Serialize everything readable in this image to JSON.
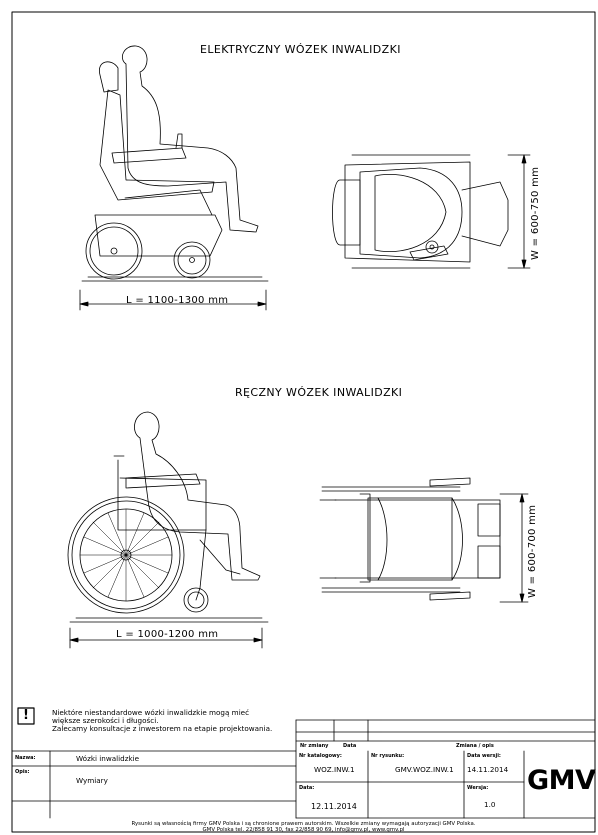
{
  "drawing": {
    "electric_title": "ELEKTRYCZNY WÓZEK INWALIDZKI",
    "electric_length": "L = 1100-1300 mm",
    "electric_width": "W = 600-750 mm",
    "manual_title": "RĘCZNY WÓZEK INWALIDZKI",
    "manual_length": "L = 1000-1200 mm",
    "manual_width": "W = 600-700 mm"
  },
  "note": {
    "icon": "exclamation-icon",
    "line1": "Niektóre niestandardowe wózki inwalidzkie mogą mieć",
    "line2": "większe szerokości i długości.",
    "line3": "Zalecamy konsultacje z inwestorem na etapie projektowania."
  },
  "title_block": {
    "col_change_no": "Nr zmiany",
    "col_date": "Data",
    "col_change_desc": "Zmiana / opis",
    "name_label": "Nazwa:",
    "name_value": "Wózki inwalidzkie",
    "desc_label": "Opis:",
    "desc_value": "Wymiary",
    "catalog_label": "Nr katalogowy:",
    "catalog_value": "WOZ.INW.1",
    "drawing_label": "Nr rysunku:",
    "drawing_value": "GMV.WOZ.INW.1",
    "version_date_label": "Data wersji:",
    "version_date_value": "14.11.2014",
    "date_label": "Data:",
    "date_value": "12.11.2014",
    "version_label": "Wersja:",
    "version_value": "1.0",
    "logo": "GMV",
    "footer1": "Rysunki są własnością firmy GMV Polska i są chronione prawem autorskim. Wszelkie zmiany wymagają autoryzacji GMV Polska.",
    "footer2": "GMV Polska tel. 22/858 91 30, fax 22/858 90 69, info@gmv.pl, www.gmv.pl"
  }
}
